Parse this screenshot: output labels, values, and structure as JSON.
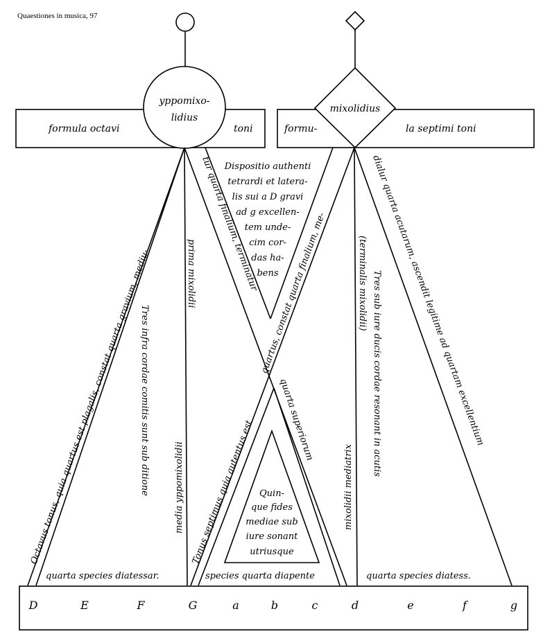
{
  "caption": "Quaestiones in musica, 97",
  "left_mode": {
    "symbol": "circle",
    "name_line1": "yppomixo-",
    "name_line2": "lidius",
    "formula_left": "formula octavi",
    "formula_right": "toni"
  },
  "right_mode": {
    "symbol": "diamond",
    "name": "mixolidius",
    "formula_left": "formu-",
    "formula_right": "la septimi toni"
  },
  "bands": {
    "octavus": "Octavus tonus, quia quartus est plagalis, constat quarta gravium, mediu-",
    "tur_quarta": "tur quarta finalium, terminatur",
    "quartus_constat": "quartus, constat quarta finalium, me-",
    "dialur": "dialur quarta acutarum, ascendit legitime ad quartam excellentium",
    "tonus_septimus": "Tonus septimus quia autentus est",
    "quarta_superiorum": "quarta superiorum"
  },
  "notes": {
    "tres_infra": "Tres infra cordae comitis sunt sub ditione",
    "media_yppo": "media yppomixolidii",
    "prima_mixo": "prima mixolidii",
    "terminalis": "(terminalis mixolidii)",
    "mixolidii_mediatrix": "mixolidii mediatrix",
    "tres_sub": "Tres sub iure ducis cordae resonant in acutis"
  },
  "dispositio": [
    "Dispositio authenti",
    "tetrardi et latera-",
    "lis sui a D gravi",
    "ad g excellen-",
    "tem unde-",
    "cim cor-",
    "das ha-",
    "bens"
  ],
  "quinque": [
    "Quin-",
    "que fides",
    "mediae sub",
    "iure sonant",
    "utriusque"
  ],
  "species": {
    "left": "quarta species diatessar.",
    "middle": "species quarta diapente",
    "right": "quarta species diatess."
  },
  "scale_notes": [
    "D",
    "E",
    "F",
    "G",
    "a",
    "b",
    "c",
    "d",
    "e",
    "f",
    "g"
  ]
}
